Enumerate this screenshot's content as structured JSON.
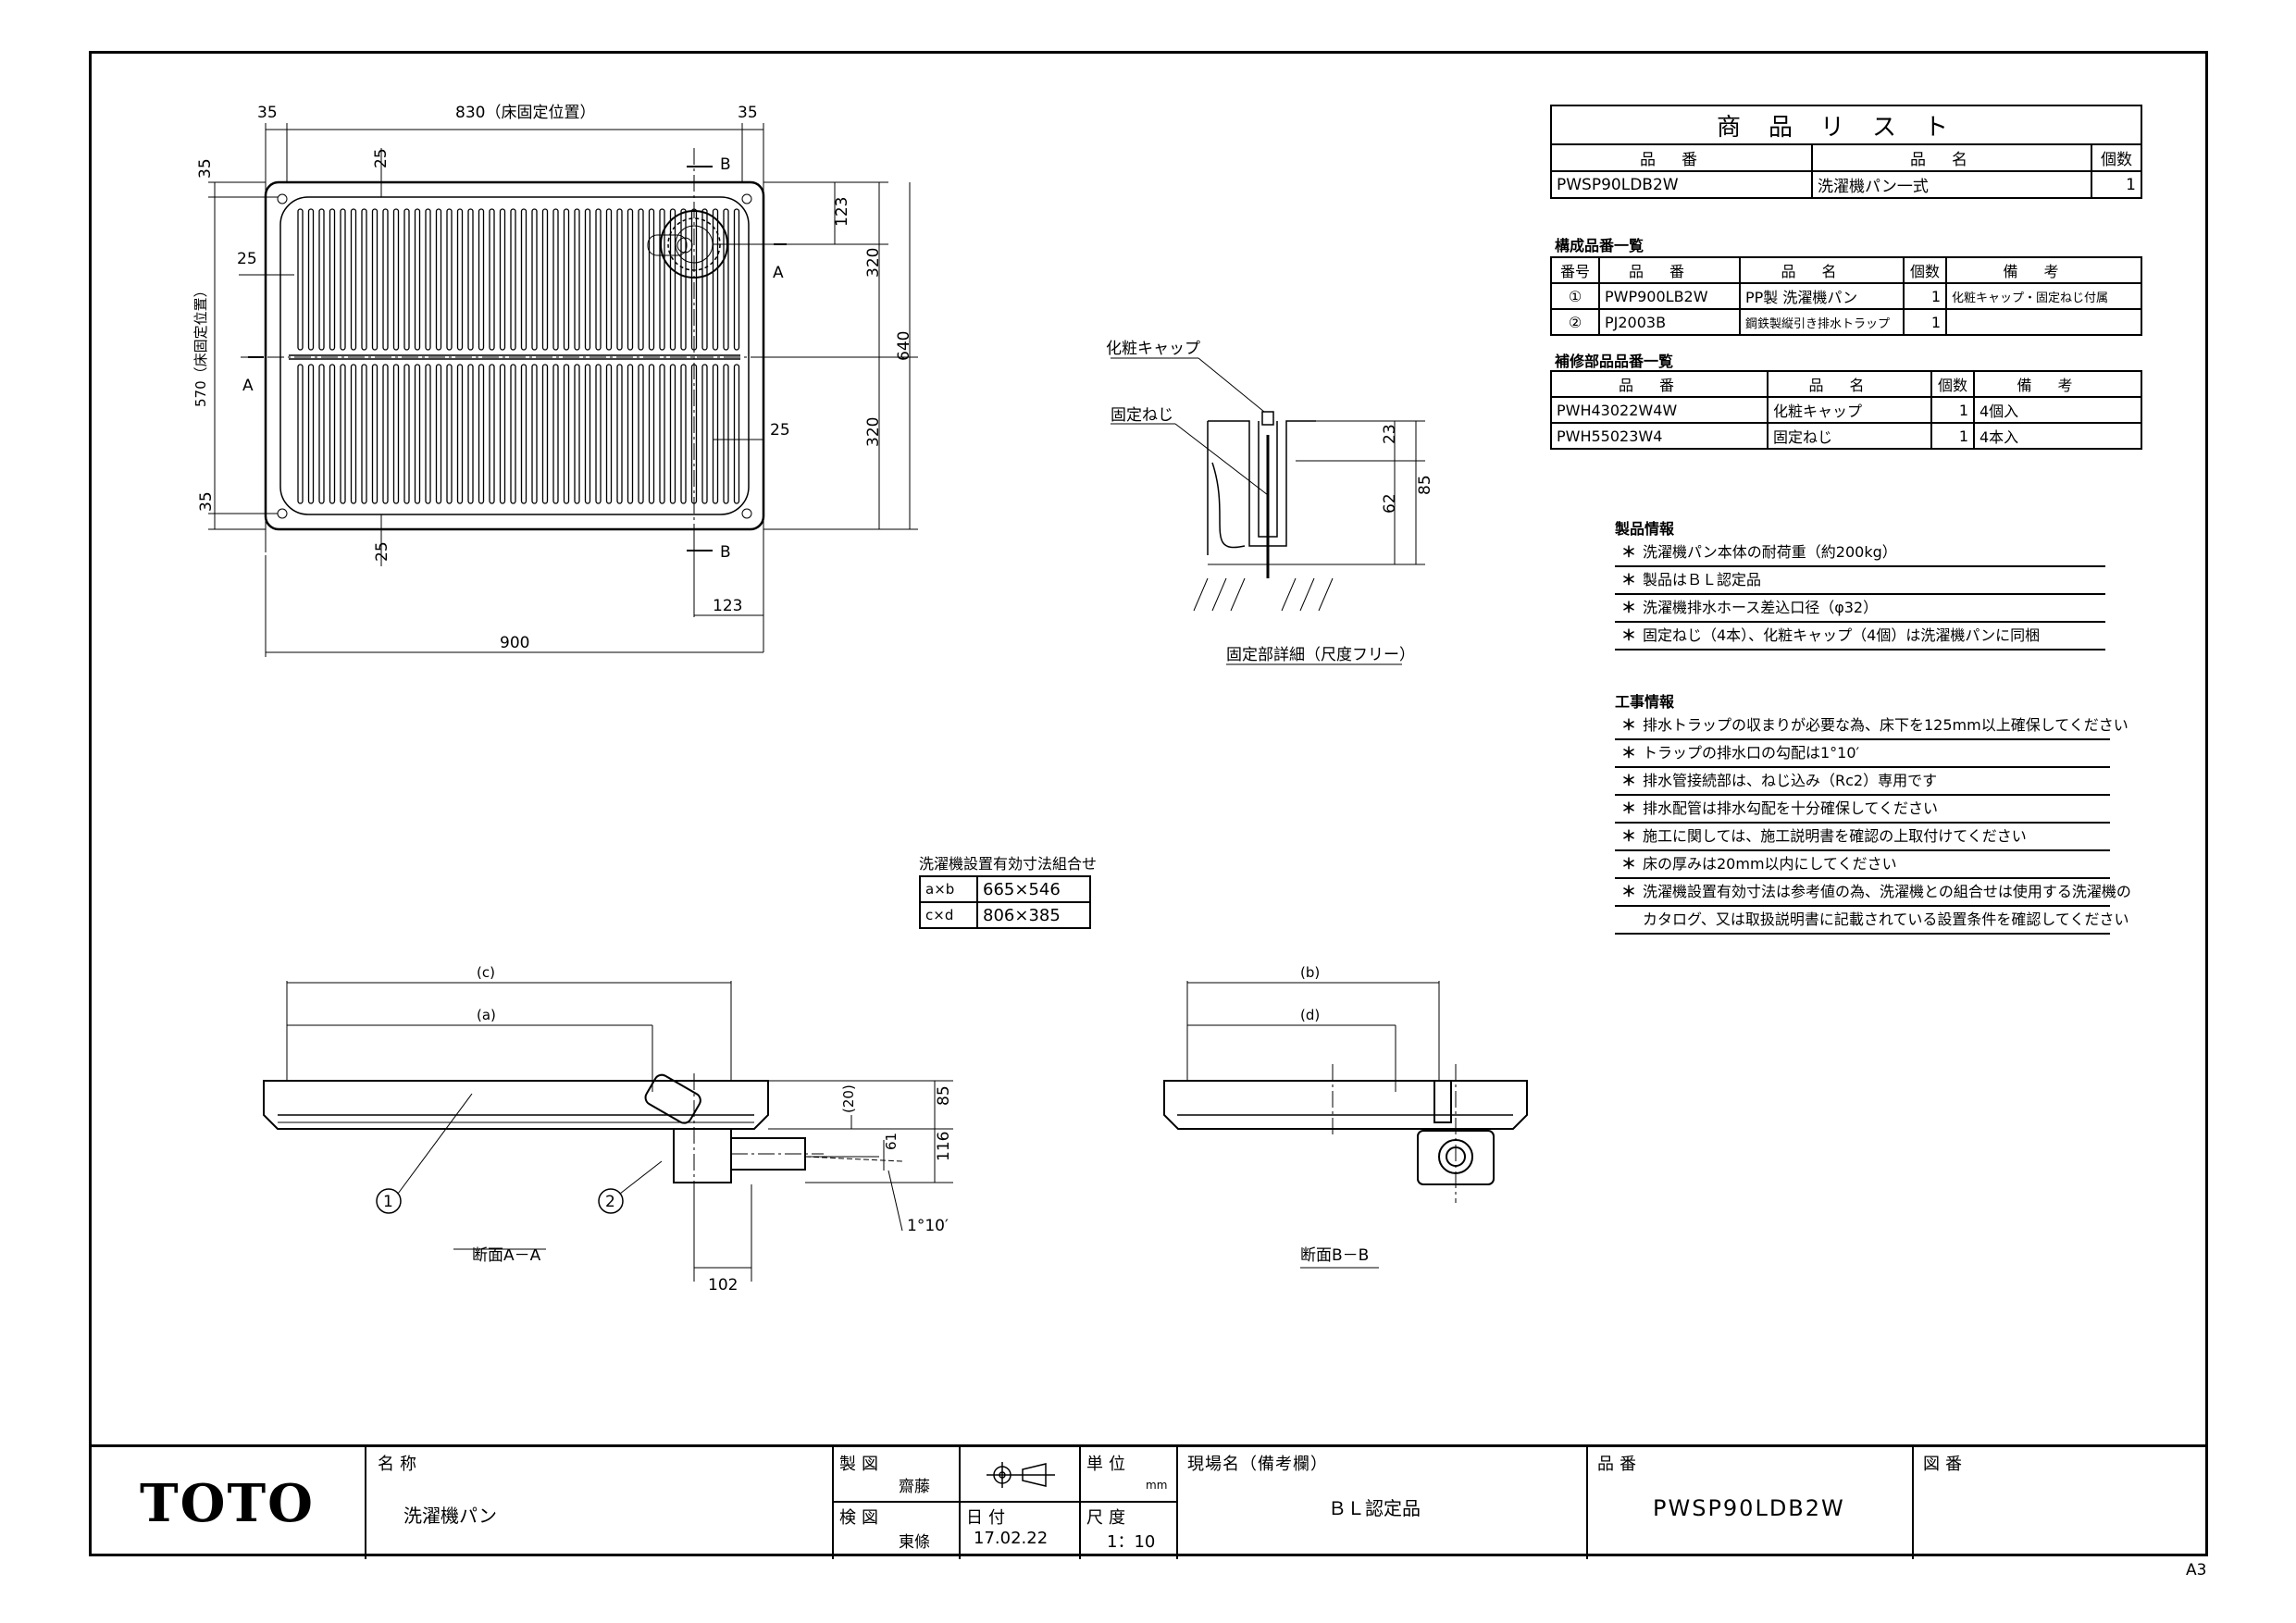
{
  "product_list": {
    "title": "商品リスト",
    "headers": [
      "品番",
      "品名",
      "個数"
    ],
    "rows": [
      {
        "code": "PWSP90LDB2W",
        "name": "洗濯機パン一式",
        "qty": "1"
      }
    ]
  },
  "components": {
    "title": "構成品番一覧",
    "headers": [
      "番号",
      "品番",
      "品名",
      "個数",
      "備考"
    ],
    "rows": [
      {
        "no": "①",
        "code": "PWP900LB2W",
        "name": "PP製 洗濯機パン",
        "qty": "1",
        "note": "化粧キャップ・固定ねじ付属"
      },
      {
        "no": "②",
        "code": "PJ2003B",
        "name": "鋼鉄製縦引き排水トラップ",
        "qty": "1",
        "note": ""
      }
    ]
  },
  "repair_parts": {
    "title": "補修部品品番一覧",
    "headers": [
      "品番",
      "品名",
      "個数",
      "備考"
    ],
    "rows": [
      {
        "code": "PWH43022W4W",
        "name": "化粧キャップ",
        "qty": "1",
        "note": "4個入"
      },
      {
        "code": "PWH55023W4",
        "name": "固定ねじ",
        "qty": "1",
        "note": "4本入"
      }
    ]
  },
  "product_info": {
    "title": "製品情報",
    "items": [
      "洗濯機パン本体の耐荷重（約200kg）",
      "製品はＢＬ認定品",
      "洗濯機排水ホース差込口径（φ32）",
      "固定ねじ（4本）、化粧キャップ（4個）は洗濯機パンに同梱"
    ]
  },
  "construction_info": {
    "title": "工事情報",
    "items": [
      "排水トラップの収まりが必要な為、床下を125mm以上確保してください",
      "トラップの排水口の勾配は1°10′",
      "排水管接続部は、ねじ込み（Rc2）専用です",
      "排水配管は排水勾配を十分確保してください",
      "施工に関しては、施工説明書を確認の上取付けてください",
      "床の厚みは20mm以内にしてください",
      "洗濯機設置有効寸法は参考値の為、洗濯機との組合せは使用する洗濯機の",
      "カタログ、又は取扱説明書に記載されている設置条件を確認してください"
    ]
  },
  "install_dims": {
    "title": "洗濯機設置有効寸法組合せ",
    "rows": [
      {
        "key": "a×b",
        "value": "665×546"
      },
      {
        "key": "c×d",
        "value": "806×385"
      }
    ]
  },
  "plan_view": {
    "dims": {
      "top_left": "35",
      "top_center": "830（床固定位置）",
      "top_right": "35",
      "left_top": "35",
      "left_mid": "570（床固定位置）",
      "left_bottom": "35",
      "rib_top": "25",
      "rib_left": "25",
      "rib_bottom": "25",
      "rib_right": "25",
      "drain_offset_y": "123",
      "half_top": "320",
      "half_bottom": "320",
      "total_depth": "640",
      "drain_offset_x": "123",
      "total_width": "900"
    },
    "section_marks": {
      "a": "A",
      "b": "B"
    }
  },
  "fixing_detail": {
    "title": "固定部詳細（尺度フリー）",
    "cap_label": "化粧キャップ",
    "screw_label": "固定ねじ",
    "dims": {
      "upper": "23",
      "lower": "62",
      "total": "85"
    }
  },
  "section_aa": {
    "title": "断面A－A",
    "dims": {
      "c": "(c)",
      "a": "(a)",
      "height": "85",
      "trap": "116",
      "floor": "(20)",
      "pipe": "61",
      "slope": "1°10′",
      "width": "102"
    },
    "callouts": [
      "①",
      "②"
    ]
  },
  "section_bb": {
    "title": "断面B－B",
    "dims": {
      "b": "(b)",
      "d": "(d)"
    }
  },
  "title_block": {
    "logo": "TOTO",
    "name_label": "名称",
    "name_value": "洗濯機パン",
    "drawn_label": "製図",
    "drawn_value": "齋藤",
    "checked_label": "検図",
    "checked_value": "東條",
    "date_label": "日付",
    "date_value": "17.02.22",
    "unit_label": "単位",
    "unit_value": "mm",
    "scale_label": "尺度",
    "scale_value": "1：10",
    "site_label": "現場名（備考欄）",
    "site_value": "ＢＬ認定品",
    "code_label": "品番",
    "code_value": "PWSP90LDB2W",
    "drawing_no_label": "図番",
    "drawing_no_value": ""
  },
  "sheet_size": "A3"
}
